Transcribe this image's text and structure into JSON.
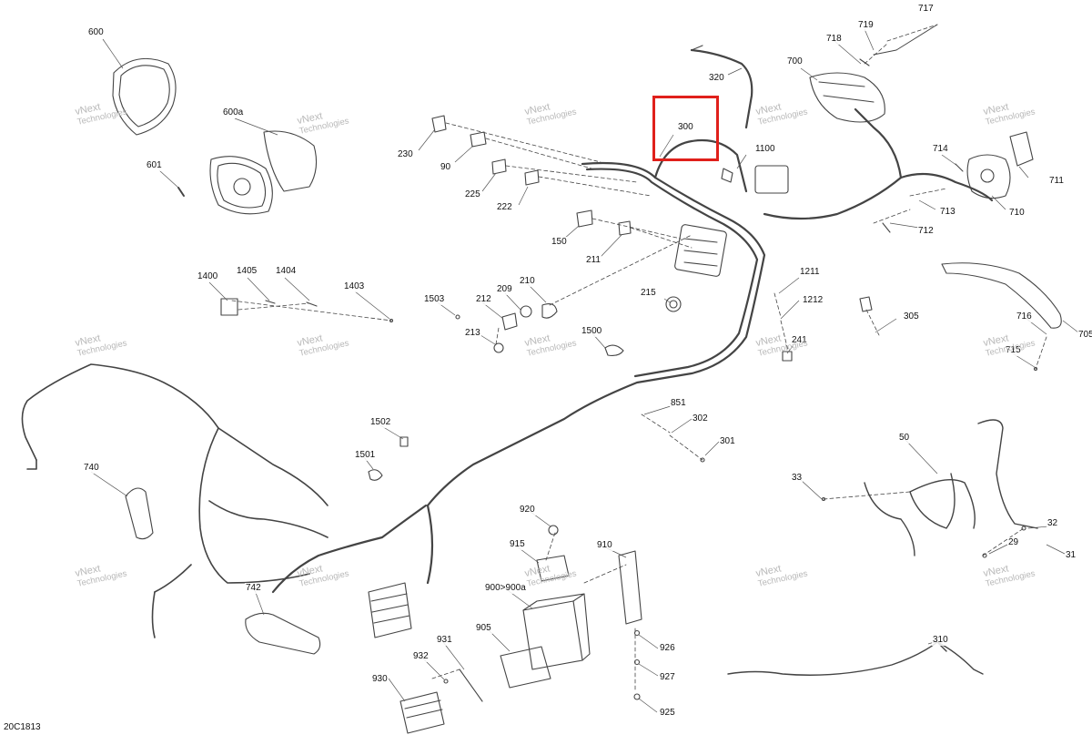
{
  "diagram_code": "20C1813",
  "highlight": {
    "part": "300",
    "color": "#e0201b"
  },
  "watermark": {
    "line1": "vNext",
    "line2": "Technologies"
  },
  "parts": [
    {
      "id": "600",
      "label": "600"
    },
    {
      "id": "600a",
      "label": "600a"
    },
    {
      "id": "601",
      "label": "601"
    },
    {
      "id": "230",
      "label": "230"
    },
    {
      "id": "90",
      "label": "90"
    },
    {
      "id": "225",
      "label": "225"
    },
    {
      "id": "222",
      "label": "222"
    },
    {
      "id": "150",
      "label": "150"
    },
    {
      "id": "211",
      "label": "211"
    },
    {
      "id": "300",
      "label": "300"
    },
    {
      "id": "320",
      "label": "320"
    },
    {
      "id": "1100",
      "label": "1100"
    },
    {
      "id": "700",
      "label": "700"
    },
    {
      "id": "718",
      "label": "718"
    },
    {
      "id": "719",
      "label": "719"
    },
    {
      "id": "717",
      "label": "717"
    },
    {
      "id": "714",
      "label": "714"
    },
    {
      "id": "711",
      "label": "711"
    },
    {
      "id": "710",
      "label": "710"
    },
    {
      "id": "713",
      "label": "713"
    },
    {
      "id": "712",
      "label": "712"
    },
    {
      "id": "1400",
      "label": "1400"
    },
    {
      "id": "1405",
      "label": "1405"
    },
    {
      "id": "1404",
      "label": "1404"
    },
    {
      "id": "1403",
      "label": "1403"
    },
    {
      "id": "1503",
      "label": "1503"
    },
    {
      "id": "212",
      "label": "212"
    },
    {
      "id": "209",
      "label": "209"
    },
    {
      "id": "210",
      "label": "210"
    },
    {
      "id": "213",
      "label": "213"
    },
    {
      "id": "215",
      "label": "215"
    },
    {
      "id": "1500",
      "label": "1500"
    },
    {
      "id": "1211",
      "label": "1211"
    },
    {
      "id": "1212",
      "label": "1212"
    },
    {
      "id": "241",
      "label": "241"
    },
    {
      "id": "305",
      "label": "305"
    },
    {
      "id": "716",
      "label": "716"
    },
    {
      "id": "705",
      "label": "705"
    },
    {
      "id": "715",
      "label": "715"
    },
    {
      "id": "851",
      "label": "851"
    },
    {
      "id": "302",
      "label": "302"
    },
    {
      "id": "301",
      "label": "301"
    },
    {
      "id": "1502",
      "label": "1502"
    },
    {
      "id": "1501",
      "label": "1501"
    },
    {
      "id": "740",
      "label": "740"
    },
    {
      "id": "50",
      "label": "50"
    },
    {
      "id": "33",
      "label": "33"
    },
    {
      "id": "32",
      "label": "32"
    },
    {
      "id": "29",
      "label": "29"
    },
    {
      "id": "31",
      "label": "31"
    },
    {
      "id": "920",
      "label": "920"
    },
    {
      "id": "915",
      "label": "915"
    },
    {
      "id": "910",
      "label": "910"
    },
    {
      "id": "900",
      "label": "900>900a"
    },
    {
      "id": "905",
      "label": "905"
    },
    {
      "id": "926",
      "label": "926"
    },
    {
      "id": "927",
      "label": "927"
    },
    {
      "id": "925",
      "label": "925"
    },
    {
      "id": "742",
      "label": "742"
    },
    {
      "id": "931",
      "label": "931"
    },
    {
      "id": "932",
      "label": "932"
    },
    {
      "id": "930",
      "label": "930"
    },
    {
      "id": "310",
      "label": "310"
    }
  ]
}
